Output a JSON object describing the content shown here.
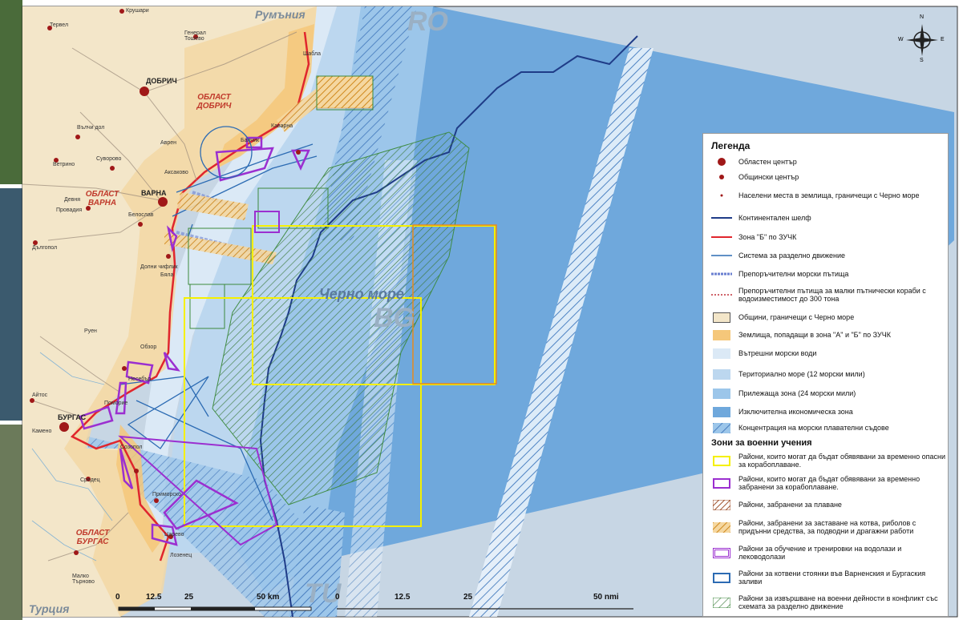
{
  "map": {
    "country_labels": {
      "ro_big": "RO",
      "bg_big": "BG",
      "tu_big": "TU",
      "romania": "Румъния",
      "turkey": "Турция",
      "black_sea": "Черно море"
    },
    "regions": [
      {
        "name": "ОБЛАСТ ДОБРИЧ"
      },
      {
        "name": "ОБЛАСТ ВАРНА"
      },
      {
        "name": "ОБЛАСТ БУРГАС"
      }
    ],
    "cities": {
      "dobrich": "ДОБРИЧ",
      "varna": "ВАРНА",
      "burgas": "БУРГАС"
    },
    "towns": [
      "Крушари",
      "Тервел",
      "Генерал Тошево",
      "Каварна",
      "Балчик",
      "Вълчи дол",
      "Суворово",
      "Ветрино",
      "Девня",
      "Провадия",
      "Аксаково",
      "Белослав",
      "Долни чифлик",
      "Дългопол",
      "Бяла",
      "Обзор",
      "Несебър",
      "Поморие",
      "Айтос",
      "Камено",
      "Созопол",
      "Приморско",
      "Царево",
      "Малко Търново",
      "Средец",
      "Руен",
      "Аврен",
      "Шабла",
      "Лозенец"
    ],
    "compass": {
      "n": "N",
      "s": "S",
      "e": "E",
      "w": "W"
    },
    "scale_km": {
      "labels": [
        "0",
        "12.5",
        "25",
        "50 km"
      ]
    },
    "scale_nmi": {
      "labels": [
        "0",
        "12.5",
        "25",
        "50 nmi"
      ]
    }
  },
  "legend": {
    "title": "Легенда",
    "items": [
      {
        "label": "Областен център",
        "symbol": "regional-center"
      },
      {
        "label": "Общински център",
        "symbol": "municipal-center"
      },
      {
        "label": "Населени места в землища, граничещи с Черно море",
        "symbol": "settlement"
      },
      {
        "label": "Континентален шелф",
        "symbol": "shelf-line"
      },
      {
        "label": "Зона \"Б\" по ЗУЧК",
        "symbol": "zone-b-line"
      },
      {
        "label": "Система за разделно движение",
        "symbol": "traffic-separation"
      },
      {
        "label": "Препоръчителни морски пътища",
        "symbol": "recommended-routes"
      },
      {
        "label": "Препоръчителни пътища за малки пътнически кораби с водоизместимост до 300 тона",
        "symbol": "small-ship-routes"
      },
      {
        "label": "Общини, граничещи с Черно море",
        "symbol": "coastal-municipalities"
      },
      {
        "label": "Землища, попадащи в зона \"А\" и \"Б\" по ЗУЧК",
        "symbol": "lands-zone-ab"
      },
      {
        "label": "Вътрешни морски води",
        "symbol": "internal-waters"
      },
      {
        "label": "Териториално море (12 морски мили)",
        "symbol": "territorial-sea"
      },
      {
        "label": "Прилежаща зона (24 морски мили)",
        "symbol": "contiguous-zone"
      },
      {
        "label": "Изключителна  икономическа зона",
        "symbol": "eez"
      },
      {
        "label": "Концентрация на морски плавателни съдове",
        "symbol": "vessel-concentration"
      }
    ],
    "military_title": "Зони за военни учения",
    "military_items": [
      {
        "label": "Райони, които могат да бъдат обявявани за временно опасни за корабоплаване.",
        "symbol": "yellow-box"
      },
      {
        "label": "Райони, които могат да бъдат обявявани за временно забранени за корабоплаване.",
        "symbol": "purple-box"
      },
      {
        "label": "Райони, забранени за плаване",
        "symbol": "brown-hatch"
      },
      {
        "label": "Райони, забранени за заставане на котва, риболов с придънни средства, за подводни и драгажни работи",
        "symbol": "orange-hatch"
      },
      {
        "label": "Райони за обучение и тренировки на водолази и леководолази",
        "symbol": "violet-double-box"
      },
      {
        "label": "Райони за котвени стоянки във Варненския и Бургаския заливи",
        "symbol": "blue-box"
      },
      {
        "label": "Райони за извършване на военни дейности в конфликт със схемата за разделно движение",
        "symbol": "green-hatch"
      }
    ]
  },
  "colors": {
    "land": "#f3e6c9",
    "coastal_municipality": "#f2d7a2",
    "zone_ab": "#f5c77a",
    "internal_waters": "#dbe9f6",
    "territorial_sea": "#bcd7ef",
    "contiguous_zone": "#9cc6ea",
    "eez": "#6fa8dc",
    "background_sea": "#c7d6e4",
    "shelf": "#1f3c88",
    "zone_b": "#e0262d",
    "yellow": "#f5f000",
    "purple": "#9b2fd0",
    "green_hatch": "#3c8a3c",
    "orange_hatch": "#e58a1f"
  }
}
